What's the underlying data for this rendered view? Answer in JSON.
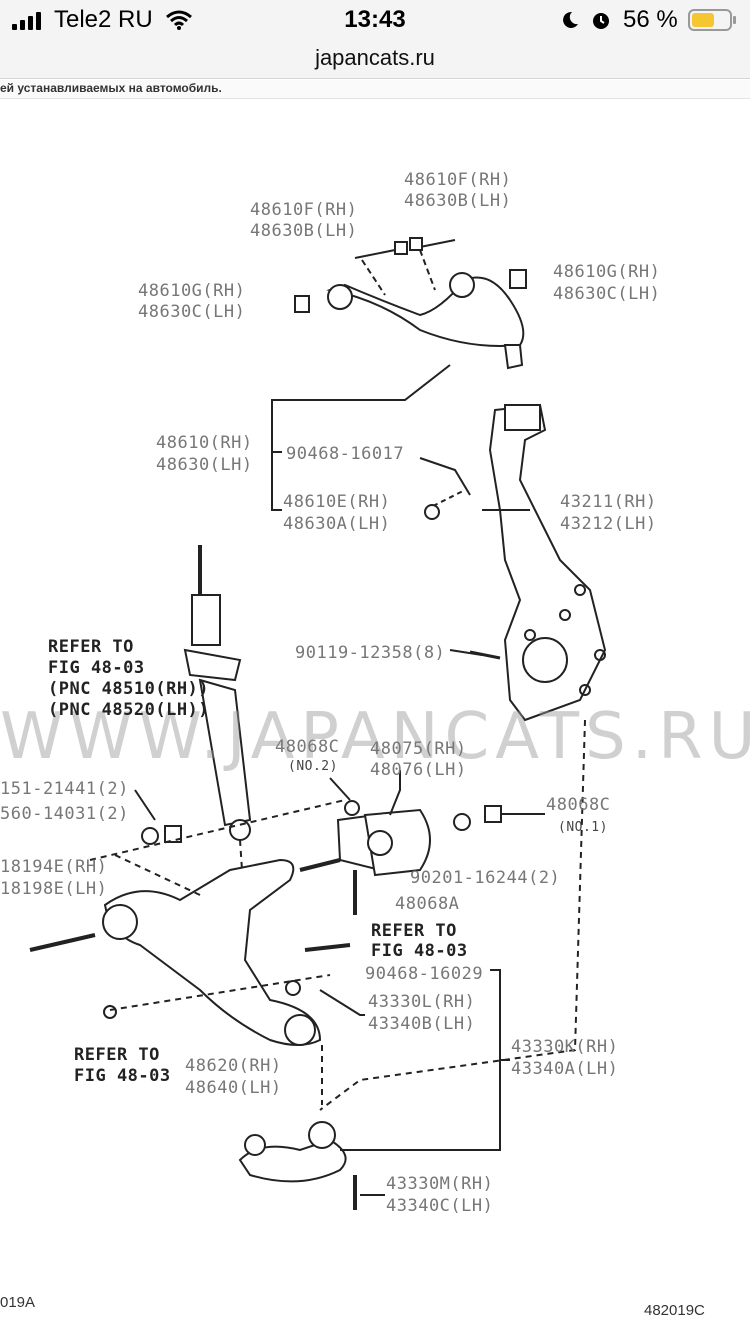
{
  "status": {
    "carrier": "Tele2 RU",
    "time": "13:43",
    "battery": "56 %"
  },
  "browser": {
    "url": "japancats.ru"
  },
  "banner": "ей устанавливаемых на автомобиль.",
  "diagram": {
    "labels": {
      "a1": "48610F(RH)",
      "a2": "48630B(LH)",
      "b1": "48610F(RH)",
      "b2": "48630B(LH)",
      "c1": "48610G(RH)",
      "c2": "48630C(LH)",
      "d1": "48610G(RH)",
      "d2": "48630C(LH)",
      "e1": "48610(RH)",
      "e2": "48630(LH)",
      "f1": "90468-16017",
      "g1": "48610E(RH)",
      "g2": "48630A(LH)",
      "h1": "43211(RH)",
      "h2": "43212(LH)",
      "i1": "REFER TO",
      "i2": "FIG 48-03",
      "i3": "(PNC 48510(RH))",
      "i4": "(PNC 48520(LH))",
      "j1": "90119-12358(8)",
      "k1": "48068C",
      "k2": "(NO.2)",
      "l1": "48075(RH)",
      "l2": "48076(LH)",
      "m1": "151-21441(2)",
      "m2": "560-14031(2)",
      "n1": "48068C",
      "n2": "(NO.1)",
      "o1": "18194E(RH)",
      "o2": "18198E(LH)",
      "p1": "90201-16244(2)",
      "q1": "48068A",
      "r1": "REFER TO",
      "r2": "FIG 48-03",
      "s1": "90468-16029",
      "t1": "43330L(RH)",
      "t2": "43340B(LH)",
      "u1": "REFER TO",
      "u2": "FIG 48-03",
      "v1": "48620(RH)",
      "v2": "48640(LH)",
      "w1": "43330K(RH)",
      "w2": "43340A(LH)",
      "x1": "43330M(RH)",
      "x2": "43340C(LH)"
    },
    "watermark": "WWW.JAPANCATS.RU",
    "footer_left": "019A",
    "footer_right": "482019C"
  }
}
